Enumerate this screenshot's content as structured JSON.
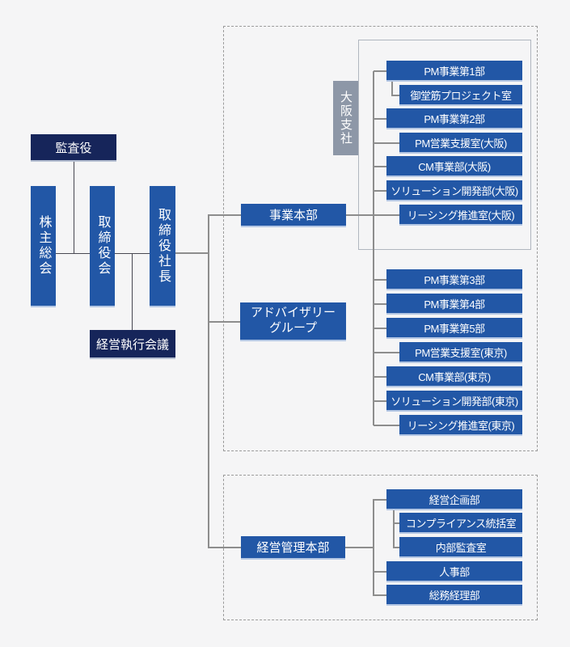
{
  "colors": {
    "box_blue": "#2257a6",
    "box_blue_edge": "#b4c7e4",
    "box_navy": "#16255a",
    "box_gray": "#8d97a7",
    "connector_gray": "#8d8d8d",
    "connector_dark": "#474751",
    "background": "#f5f5f6"
  },
  "governance": {
    "auditor": "監査役",
    "shareholders_meeting": "株主総会",
    "board_of_directors": "取締役会",
    "president": "取締役社長",
    "management_executive_council": "経営執行会議"
  },
  "divisions": {
    "business_division": "事業本部",
    "advisory_group_line1": "アドバイザリー",
    "advisory_group_line2": "グループ",
    "management_division": "経営管理本部"
  },
  "osaka_branch_label": "大阪支社",
  "osaka_departments": [
    {
      "label": "PM事業第1部"
    },
    {
      "label": "御堂筋プロジェクト室"
    },
    {
      "label": "PM事業第2部"
    },
    {
      "label": "PM営業支援室(大阪)"
    },
    {
      "label": "CM事業部(大阪)"
    },
    {
      "label": "ソリューション開発部(大阪)"
    },
    {
      "label": "リーシング推進室(大阪)"
    }
  ],
  "tokyo_departments": [
    {
      "label": "PM事業第3部"
    },
    {
      "label": "PM事業第4部"
    },
    {
      "label": "PM事業第5部"
    },
    {
      "label": "PM営業支援室(東京)"
    },
    {
      "label": "CM事業部(東京)"
    },
    {
      "label": "ソリューション開発部(東京)"
    },
    {
      "label": "リーシング推進室(東京)"
    }
  ],
  "management_departments": [
    {
      "label": "経営企画部"
    },
    {
      "label": "コンプライアンス統括室"
    },
    {
      "label": "内部監査室"
    },
    {
      "label": "人事部"
    },
    {
      "label": "総務経理部"
    }
  ]
}
